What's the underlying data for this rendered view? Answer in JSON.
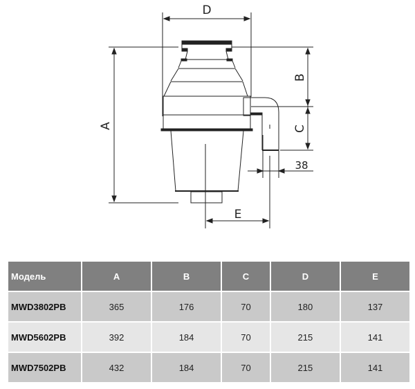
{
  "drawing": {
    "labels": {
      "A": "A",
      "B": "B",
      "C": "C",
      "D": "D",
      "E": "E",
      "pipe_diameter": "38"
    }
  },
  "table": {
    "headers": [
      "Модель",
      "A",
      "B",
      "C",
      "D",
      "E"
    ],
    "rows": [
      [
        "MWD3802PB",
        "365",
        "176",
        "70",
        "180",
        "137"
      ],
      [
        "MWD5602PB",
        "392",
        "184",
        "70",
        "215",
        "141"
      ],
      [
        "MWD7502PB",
        "432",
        "184",
        "70",
        "215",
        "141"
      ]
    ]
  }
}
